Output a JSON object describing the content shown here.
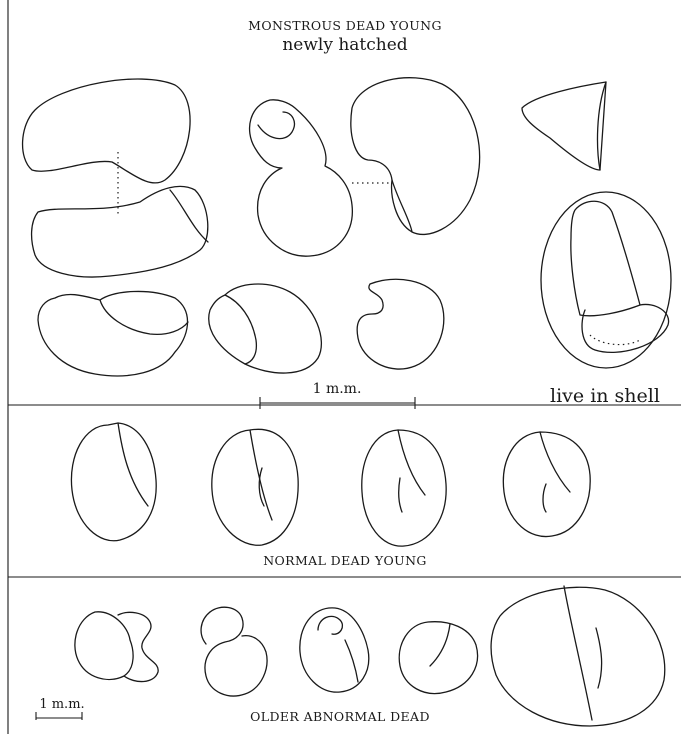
{
  "panels": {
    "top": {
      "heading": "MONSTROUS DEAD YOUNG",
      "subheading": "newly hatched",
      "scale_label": "1 m.m.",
      "shell_caption": "live in shell"
    },
    "middle": {
      "heading": "NORMAL DEAD YOUNG"
    },
    "bottom": {
      "heading": "OLDER ABNORMAL DEAD",
      "scale_label": "1 m.m."
    }
  }
}
